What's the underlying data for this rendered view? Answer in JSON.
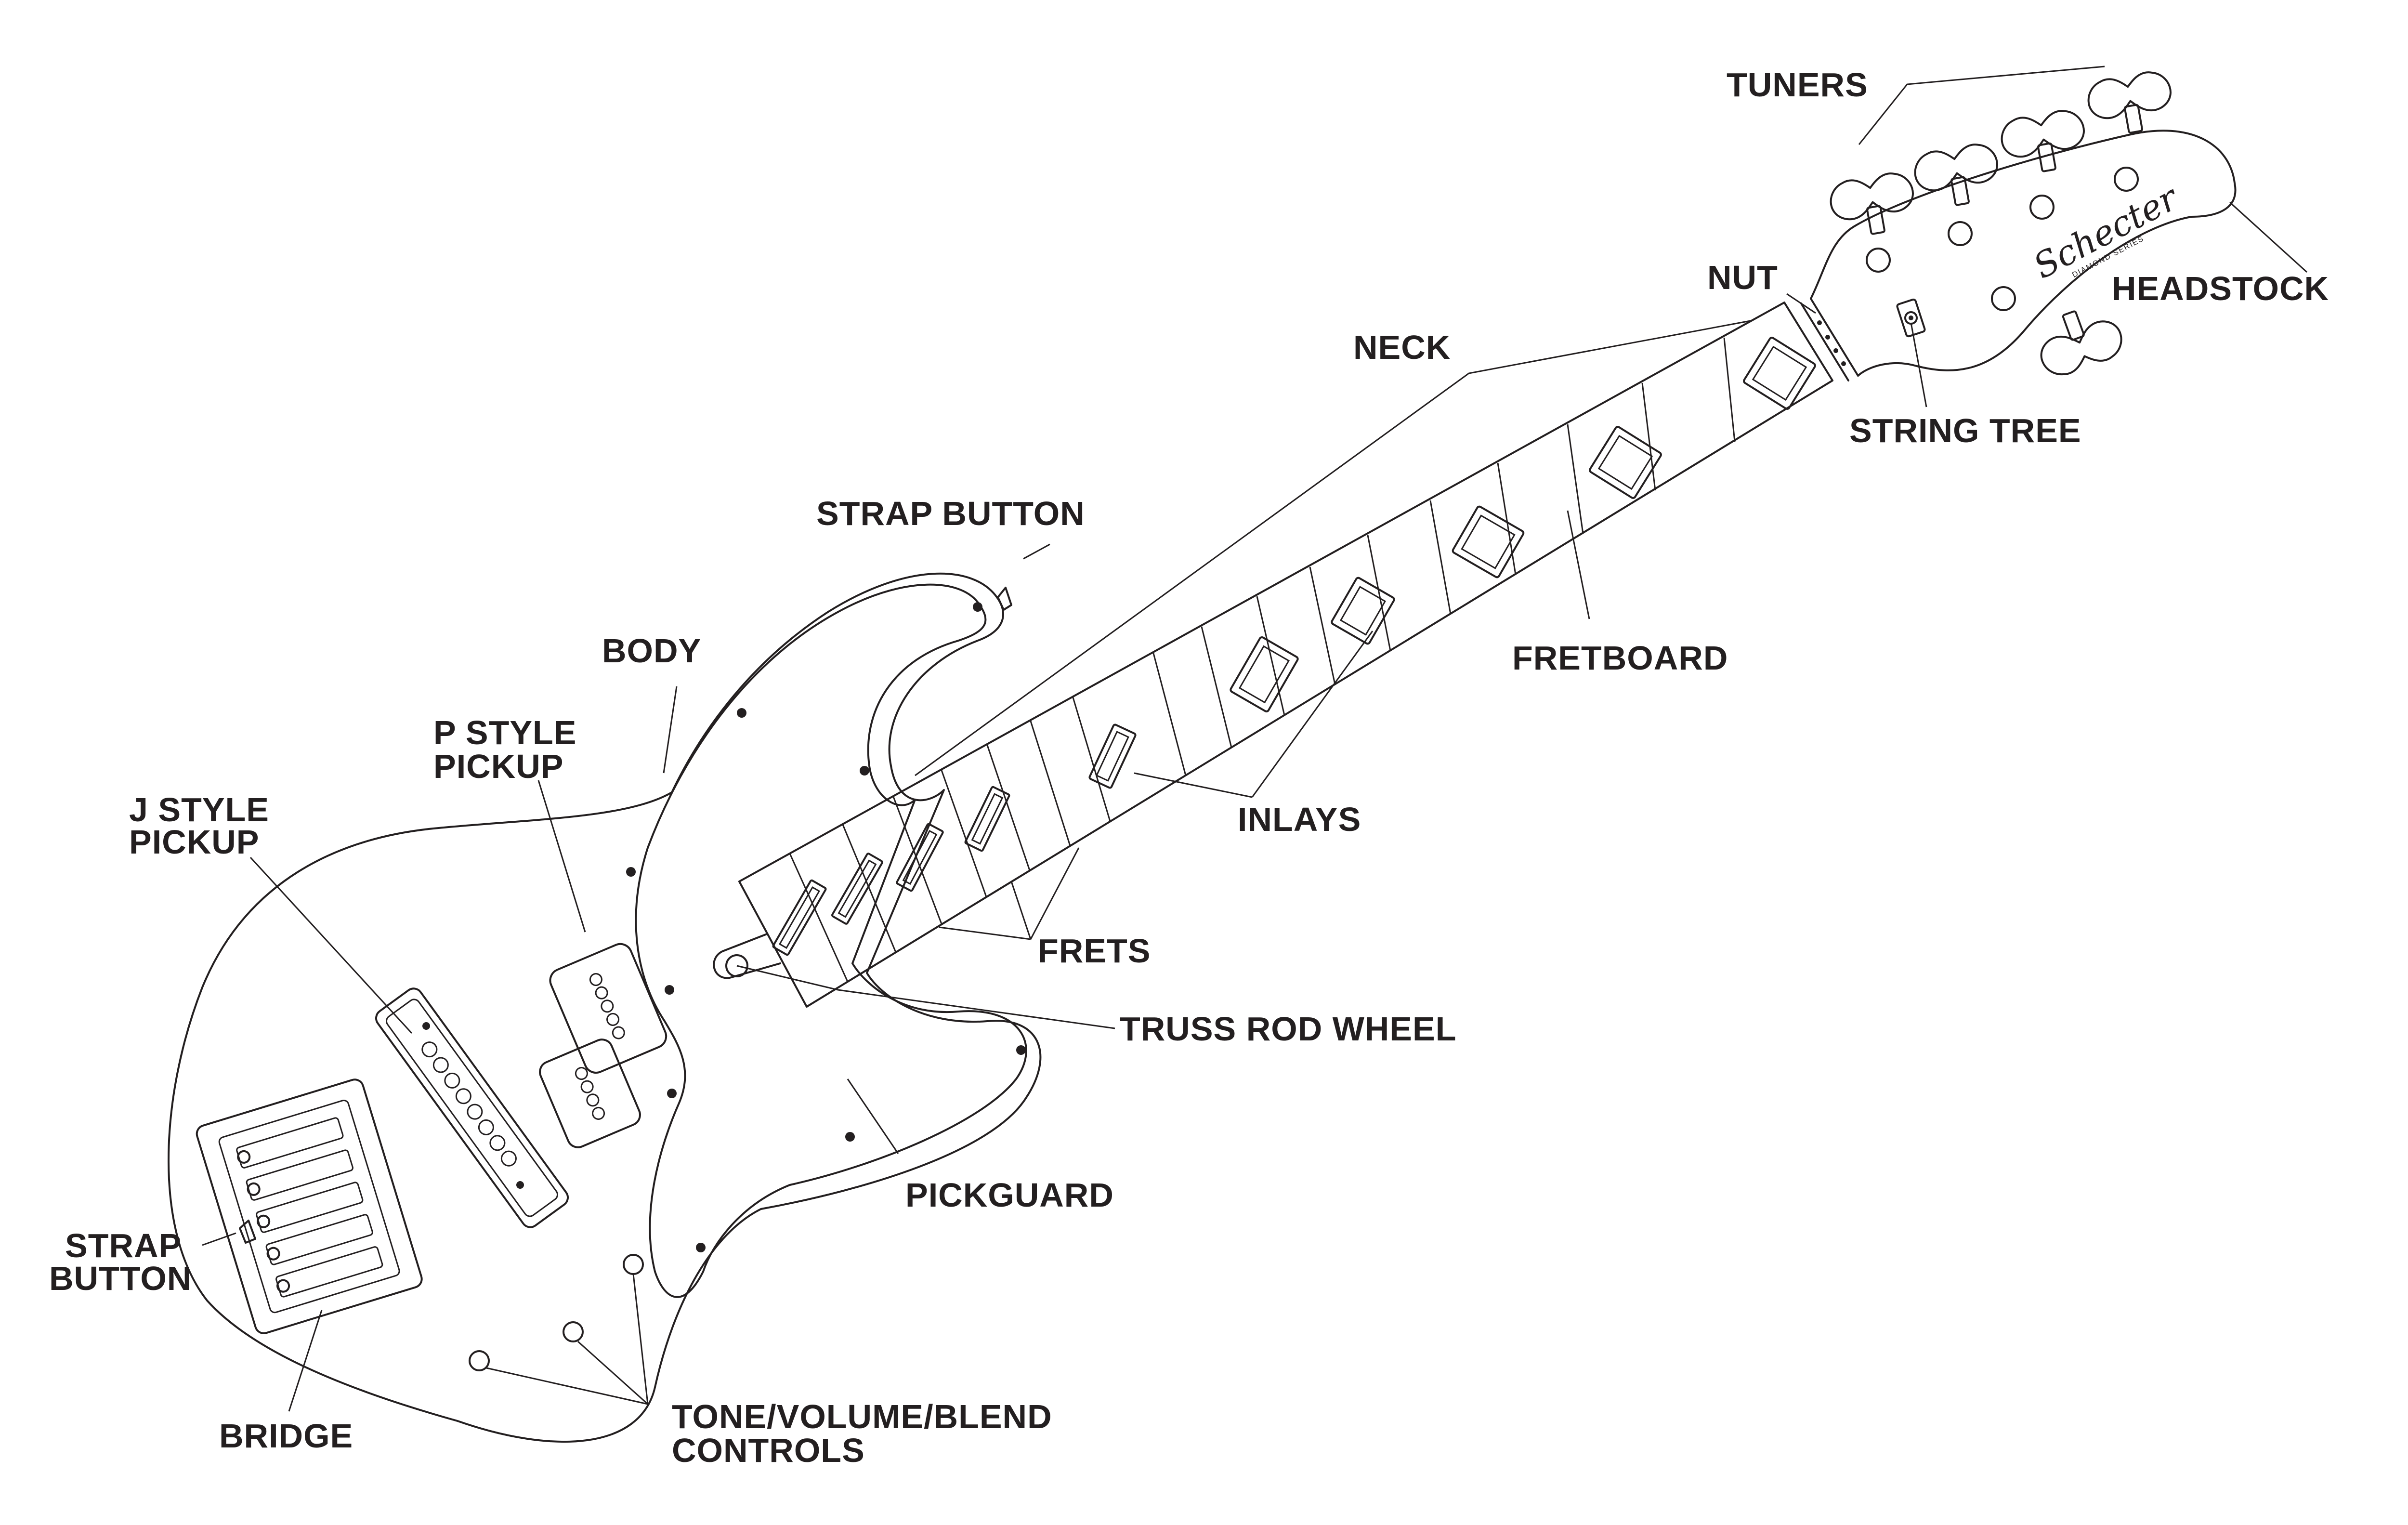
{
  "diagram": {
    "labels": {
      "tuners": "TUNERS",
      "headstock": "HEADSTOCK",
      "nut": "NUT",
      "neck": "NECK",
      "string_tree": "STRING TREE",
      "strap_button_top": "STRAP BUTTON",
      "fretboard": "FRETBOARD",
      "body": "BODY",
      "p_style_pickup_1": "P STYLE",
      "p_style_pickup_2": "PICKUP",
      "j_style_pickup_1": "J STYLE",
      "j_style_pickup_2": "PICKUP",
      "inlays": "INLAYS",
      "frets": "FRETS",
      "truss_rod_wheel": "TRUSS ROD WHEEL",
      "pickguard": "PICKGUARD",
      "strap_button_bottom_1": "STRAP",
      "strap_button_bottom_2": "BUTTON",
      "bridge": "BRIDGE",
      "controls_1": "TONE/VOLUME/BLEND",
      "controls_2": "CONTROLS"
    },
    "logo": {
      "brand": "Schecter",
      "series": "DIAMOND SERIES"
    }
  }
}
